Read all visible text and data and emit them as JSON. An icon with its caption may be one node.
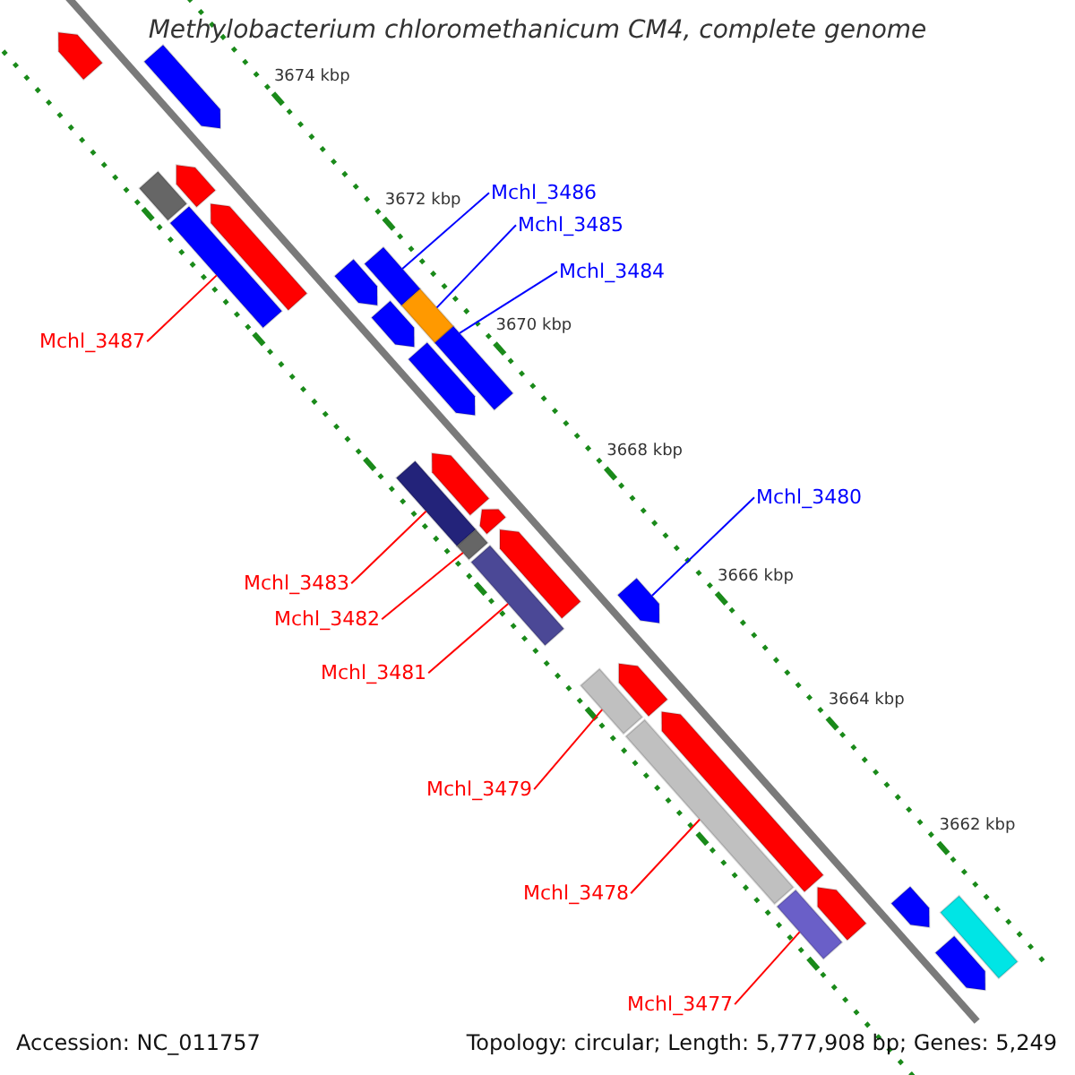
{
  "diagram": {
    "title": "Methylobacterium chloromethanicum CM4, complete genome",
    "nodes": [
      {
        "text": [
          "Mchl_3486"
        ]
      },
      {
        "text": [],
        "shape": "box"
      },
      {
        "text": [
          "Mchl_3485"
        ]
      },
      {
        "text": [],
        "shape": "box"
      },
      {
        "text": [
          "Mchl_3484"
        ]
      },
      {
        "text": [],
        "shape": "box"
      },
      {
        "text": [
          "Mchl_3487"
        ]
      },
      {
        "text": [],
        "shape": "box"
      },
      {
        "text": [
          "Mchl_3480"
        ]
      },
      {
        "text": [],
        "shape": "arrow"
      },
      {
        "text": [
          "Mchl_3483"
        ]
      },
      {
        "text": [],
        "shape": "box"
      },
      {
        "text": [
          "Mchl_3482"
        ]
      },
      {
        "text": [],
        "shape": "box"
      },
      {
        "text": [
          "Mchl_3481"
        ]
      },
      {
        "text": [],
        "shape": "box"
      },
      {
        "text": [
          "Mchl_3479"
        ]
      },
      {
        "text": [],
        "shape": "box"
      },
      {
        "text": [
          "Mchl_3478"
        ]
      },
      {
        "text": [],
        "shape": "box"
      },
      {
        "text": [
          "Mchl_3477"
        ]
      },
      {
        "text": [],
        "shape": "box"
      },
      {
        "text": [],
        "shape": "arrow"
      },
      {
        "text": [],
        "shape": "arrow"
      },
      {
        "text": [],
        "shape": "box"
      },
      {
        "text": [],
        "shape": "arrow"
      },
      {
        "text": [],
        "shape": "arrow"
      },
      {
        "text": [],
        "shape": "arrow"
      },
      {
        "text": [],
        "shape": "arrow"
      },
      {
        "text": [],
        "shape": "arrow"
      },
      {
        "text": [],
        "shape": "arrow"
      },
      {
        "text": [],
        "shape": "arrow"
      },
      {
        "text": [],
        "shape": "arrow"
      },
      {
        "text": [],
        "shape": "arrow"
      },
      {
        "text": [],
        "shape": "arrow"
      },
      {
        "text": [],
        "shape": "arrow"
      },
      {
        "text": [],
        "shape": "arrow"
      },
      {
        "text": [],
        "shape": "arrow"
      },
      {
        "text": [],
        "shape": "box"
      }
    ],
    "edges": [
      {
        "from": 0,
        "to": 1,
        "arrow": "none",
        "color": "#0000ff"
      },
      {
        "from": 2,
        "to": 3,
        "arrow": "none",
        "color": "#0000ff"
      },
      {
        "from": 4,
        "to": 5,
        "arrow": "none",
        "color": "#0000ff"
      },
      {
        "from": 6,
        "to": 7,
        "arrow": "none"
      },
      {
        "from": 8,
        "to": 9,
        "arrow": "none",
        "color": "#0000ff"
      },
      {
        "from": 10,
        "to": 11,
        "arrow": "none"
      },
      {
        "from": 12,
        "to": 13,
        "arrow": "none"
      },
      {
        "from": 14,
        "to": 15,
        "arrow": "none"
      },
      {
        "from": 16,
        "to": 17,
        "arrow": "none"
      },
      {
        "from": 18,
        "to": 19,
        "arrow": "none"
      },
      {
        "from": 20,
        "to": 21,
        "arrow": "none"
      }
    ],
    "labels": [
      "3674 kbp",
      "3672 kbp",
      "3670 kbp",
      "3668 kbp",
      "3666 kbp",
      "3664 kbp",
      "3662 kbp",
      "Accession: NC_011757",
      "Topology: circular; Length: 5,777,908 bp; Genes: 5,249"
    ]
  }
}
